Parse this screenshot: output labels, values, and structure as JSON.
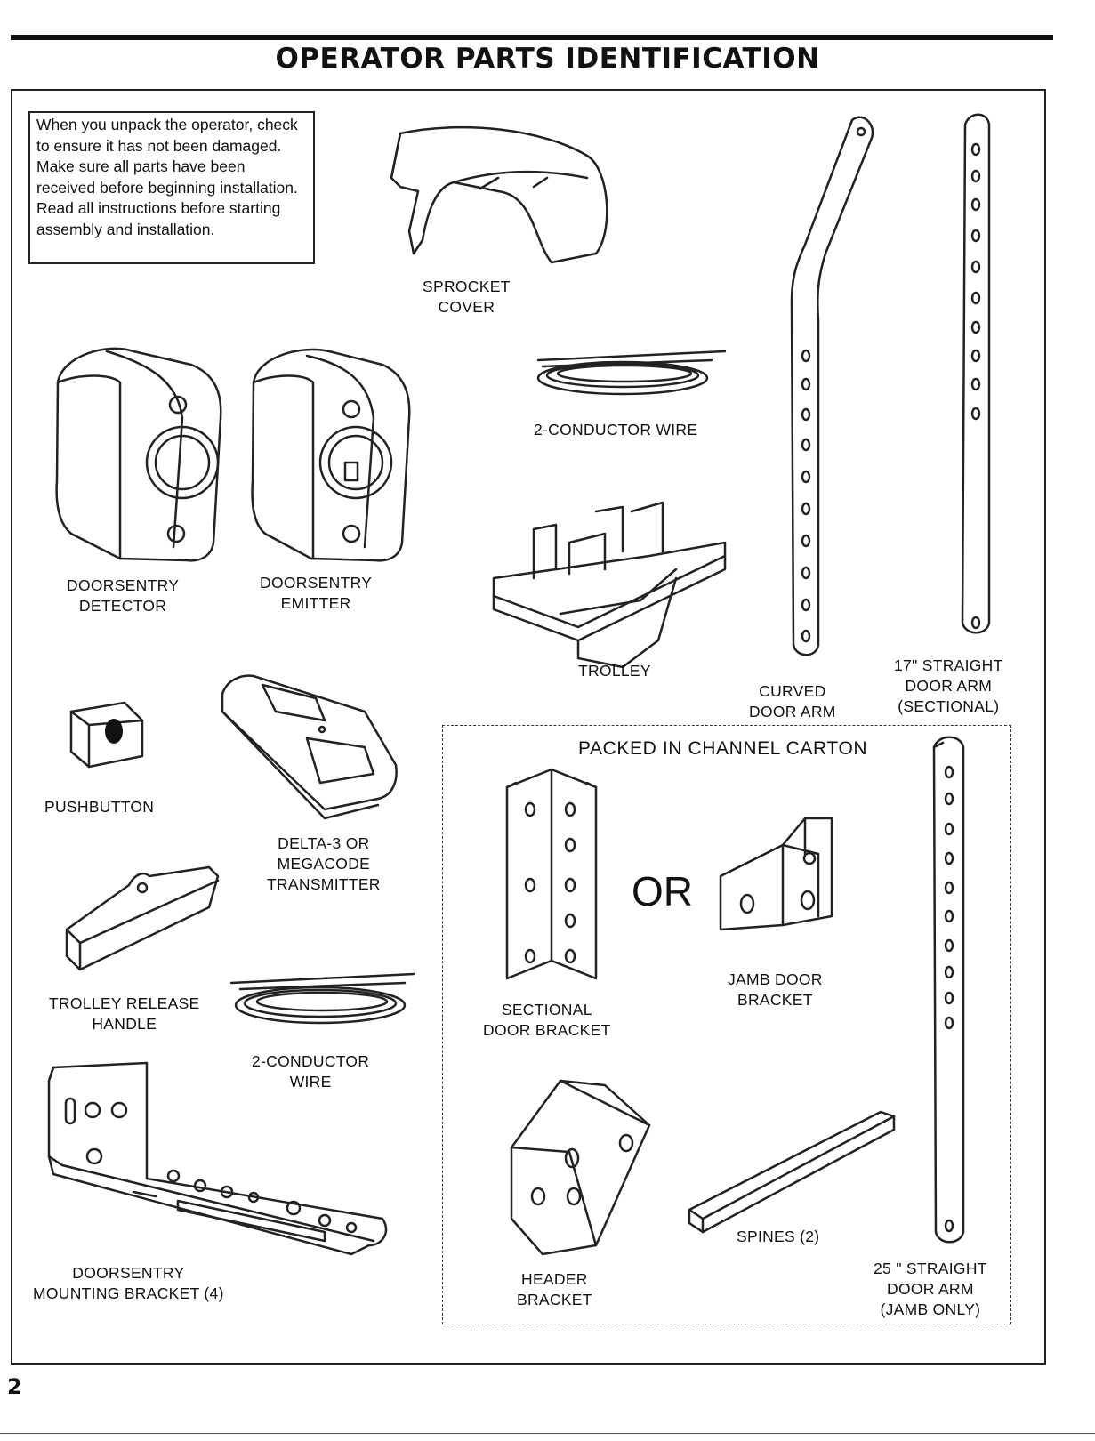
{
  "page": {
    "title": "OPERATOR PARTS IDENTIFICATION",
    "notice": "When you unpack the operator, check to ensure it has not been damaged. Make sure all parts have been received before beginning installation. Read all instructions before starting assembly and installation.",
    "page_number": "2"
  },
  "parts": {
    "sprocket_cover": [
      "SPROCKET",
      "COVER"
    ],
    "wire_top": [
      "2-CONDUCTOR WIRE"
    ],
    "detector": [
      "DOORSENTRY",
      "DETECTOR"
    ],
    "emitter": [
      "DOORSENTRY",
      "EMITTER"
    ],
    "trolley": [
      "TROLLEY"
    ],
    "curved_arm": [
      "CURVED",
      "DOOR ARM"
    ],
    "straight_arm_17": [
      "17\" STRAIGHT",
      "DOOR ARM",
      "(SECTIONAL)"
    ],
    "pushbutton": [
      "PUSHBUTTON"
    ],
    "transmitter": [
      "DELTA-3 OR",
      "MEGACODE",
      "TRANSMITTER"
    ],
    "release_handle": [
      "TROLLEY RELEASE",
      "HANDLE"
    ],
    "wire_bottom": [
      "2-CONDUCTOR",
      "WIRE"
    ],
    "mounting_bracket": [
      "DOORSENTRY",
      "MOUNTING BRACKET (4)"
    ]
  },
  "carton": {
    "title": "PACKED IN CHANNEL CARTON",
    "or_label": "OR",
    "sectional_bracket": [
      "SECTIONAL",
      "DOOR BRACKET"
    ],
    "jamb_bracket": [
      "JAMB DOOR",
      "BRACKET"
    ],
    "header_bracket": [
      "HEADER",
      "BRACKET"
    ],
    "spines": [
      "SPINES (2)"
    ],
    "straight_arm_25": [
      "25 \" STRAIGHT",
      "DOOR ARM",
      "(JAMB ONLY)"
    ]
  }
}
